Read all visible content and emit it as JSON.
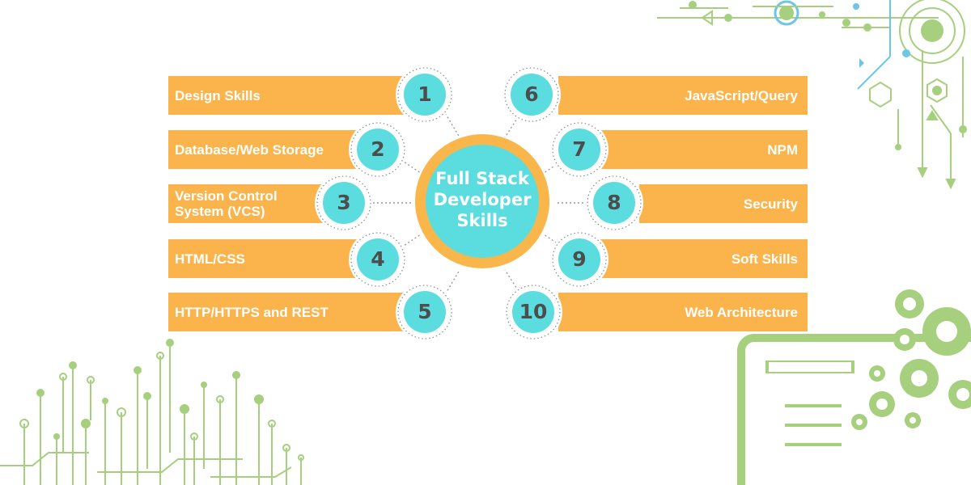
{
  "center": {
    "lines": [
      "Full Stack",
      "Developer",
      "Skills"
    ]
  },
  "skills_left": [
    {
      "number": "1",
      "label_lines": [
        "Design Skills"
      ]
    },
    {
      "number": "2",
      "label_lines": [
        "Database/Web Storage"
      ]
    },
    {
      "number": "3",
      "label_lines": [
        "Version Control",
        "System (VCS)"
      ]
    },
    {
      "number": "4",
      "label_lines": [
        "HTML/CSS"
      ]
    },
    {
      "number": "5",
      "label_lines": [
        "HTTP/HTTPS and REST"
      ]
    }
  ],
  "skills_right": [
    {
      "number": "6",
      "label_lines": [
        "JavaScript/Query"
      ]
    },
    {
      "number": "7",
      "label_lines": [
        "NPM"
      ]
    },
    {
      "number": "8",
      "label_lines": [
        "Security"
      ]
    },
    {
      "number": "9",
      "label_lines": [
        "Soft Skills"
      ]
    },
    {
      "number": "10",
      "label_lines": [
        "Web Architecture"
      ]
    }
  ],
  "colors": {
    "bar": "#fbb44c",
    "number_circle": "#5bdde0",
    "center_fill": "#5bdde0",
    "center_ring": "#f9b64a",
    "number_text": "#4d4d4d",
    "decoration_green": "#a6cf7e",
    "decoration_blue": "#6cc6e6"
  },
  "decorations": {
    "top_right": "circuit-board-icon",
    "bottom_left": "circuit-lines-icon",
    "bottom_right": "monitor-gears-icon"
  }
}
